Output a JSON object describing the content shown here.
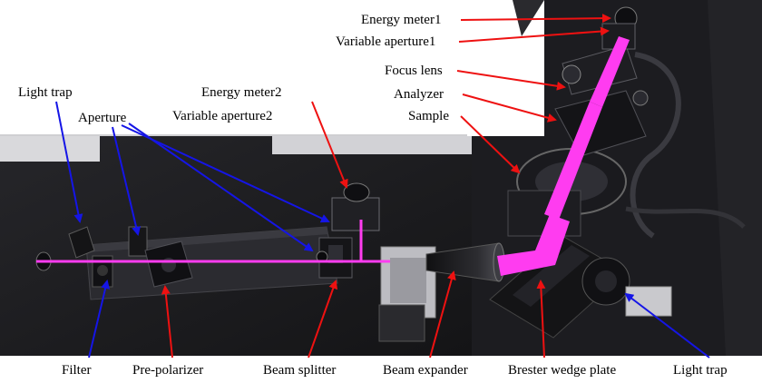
{
  "figure": {
    "photo_description_colors": {
      "table": "#1a1a1c",
      "rail": "#2a2a2e",
      "beam": "#ff3cf0",
      "blue_arrow": "#1515e6",
      "red_arrow": "#ee1111"
    },
    "labels": {
      "energy_meter1": "Energy meter1",
      "variable_aperture1": "Variable aperture1",
      "focus_lens": "Focus lens",
      "analyzer": "Analyzer",
      "sample": "Sample",
      "light_trap_top": "Light trap",
      "aperture": "Aperture",
      "energy_meter2": "Energy meter2",
      "variable_aperture2": "Variable aperture2",
      "filter": "Filter",
      "pre_polarizer": "Pre-polarizer",
      "beam_splitter": "Beam splitter",
      "beam_expander": "Beam expander",
      "brester_wedge_plate": "Brester wedge plate",
      "light_trap_bottom": "Light trap"
    }
  }
}
